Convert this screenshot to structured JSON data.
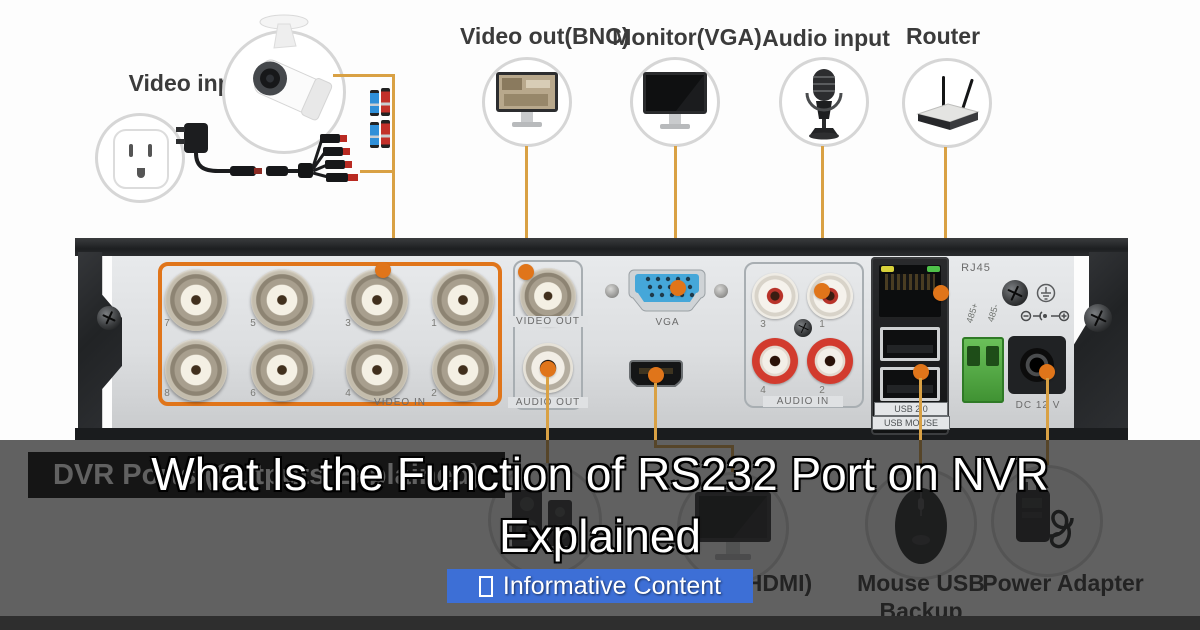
{
  "colors": {
    "accent_orange": "#e0751a",
    "cable_tan": "#d9a144",
    "badge_blue": "#3d6fd6",
    "vga_blue": "#45a7d9"
  },
  "top_row": {
    "video_input_label": "Video input",
    "video_out_label": "Video out(BNC)",
    "monitor_vga_label": "Monitor(VGA)",
    "audio_input_label": "Audio input",
    "router_label": "Router"
  },
  "panel": {
    "video_in_label": "VIDEO IN",
    "bnc_numbers_top": [
      "7",
      "5",
      "3",
      "1"
    ],
    "bnc_numbers_bottom": [
      "8",
      "6",
      "4",
      "2"
    ],
    "video_out_label": "VIDEO OUT",
    "audio_out_label": "AUDIO OUT",
    "vga_label": "VGA",
    "audio_in_label": "AUDIO IN",
    "audio_in_numbers": [
      "3",
      "1",
      "4",
      "2"
    ],
    "rj45_label": "RJ45",
    "usb_label_1": "USB 2.0",
    "usb_label_2": "USB MOUSE",
    "rs485_plus_label": "485+",
    "rs485_minus_label": "485-",
    "dc_label": "DC 12 V"
  },
  "bottom_row": {
    "monitor_hdmi_label": "Monitor(HDMI)",
    "mouse_label_line1": "Mouse USB",
    "mouse_label_line2": "Backup",
    "power_adapter_label": "Power Adapter",
    "original_title": "DVR Ports (Outputs Explained)"
  },
  "overlay": {
    "title_line1": "What Is the Function of RS232 Port on NVR",
    "title_line2": "Explained",
    "badge_label": "Informative Content"
  }
}
